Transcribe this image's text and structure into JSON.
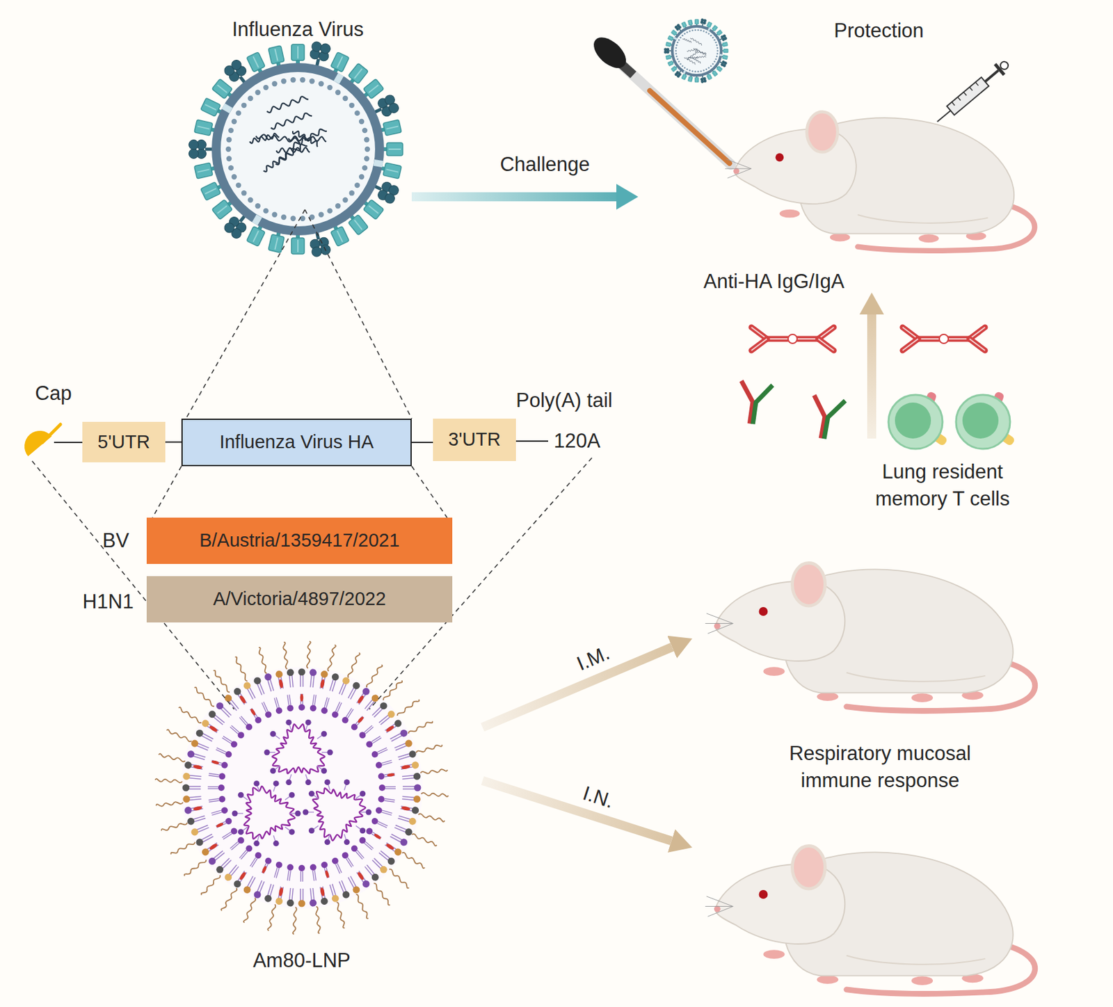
{
  "diagram": {
    "nodes": [
      {
        "text": [
          "Influenza Virus"
        ]
      },
      {
        "text": [
          "Protection"
        ]
      },
      {
        "text": [
          "5'UTR"
        ]
      },
      {
        "text": [
          "Influenza Virus HA"
        ]
      },
      {
        "text": [
          "3'UTR"
        ]
      },
      {
        "text": [
          "B/Austria/1359417/2021"
        ]
      },
      {
        "text": [
          "A/Victoria/4897/2022"
        ]
      },
      {
        "text": [
          "Am80-LNP"
        ]
      }
    ],
    "edges": [
      {
        "from": 0,
        "to": 1,
        "arrow": "to",
        "label": "Challenge"
      },
      {
        "from": 2,
        "to": 3,
        "arrow": "none"
      },
      {
        "from": 3,
        "to": 4,
        "arrow": "none"
      }
    ],
    "labels": [
      "Anti-HA IgG/IgA",
      "Cap",
      "Poly(A) tail",
      "120A",
      "Lung resident memory T cells",
      "BV",
      "H1N1",
      "I.M.",
      "Respiratory mucosal immune response",
      "I.N."
    ]
  }
}
